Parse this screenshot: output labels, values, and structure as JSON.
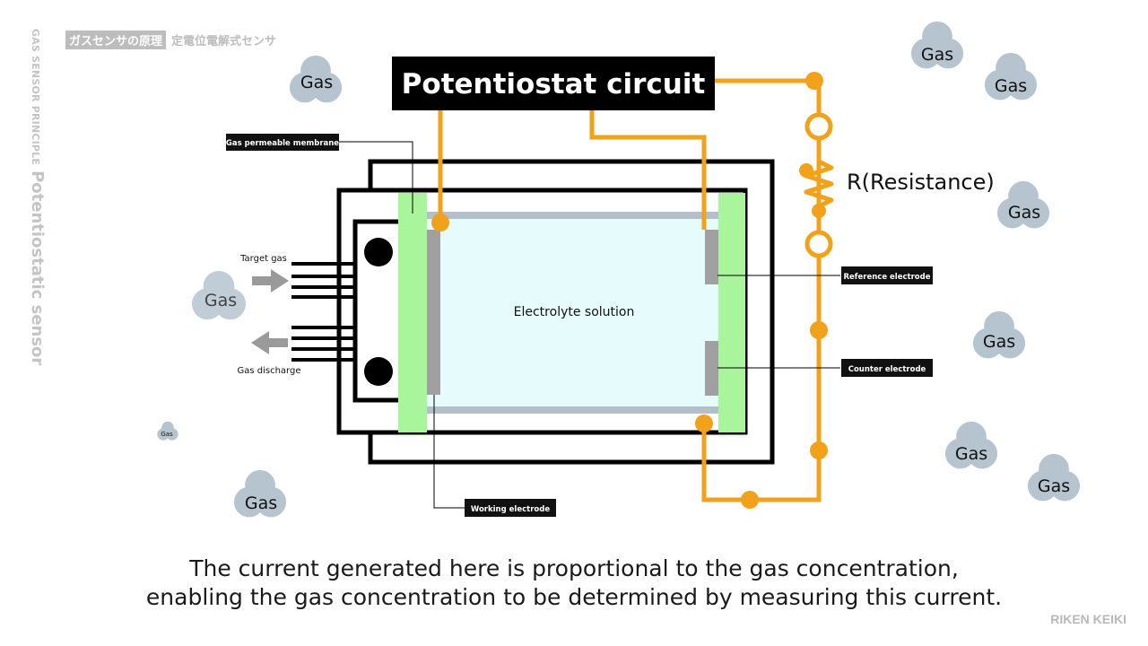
{
  "header": {
    "side_small": "GAS SENSOR PRINCIPLE",
    "side_big": "Potentiostatic sensor",
    "jp_tag": "ガスセンサの原理",
    "jp_sub": "定電位電解式センサ"
  },
  "diagram": {
    "circuit_label": "Potentiostat circuit",
    "resistance_label": "R(Resistance)",
    "electrolyte_label": "Electrolyte solution",
    "membrane_label": "Gas permeable membrane",
    "reference_label": "Reference electrode",
    "counter_label": "Counter electrode",
    "working_label": "Working electrode",
    "target_gas_label": "Target gas",
    "discharge_label": "Gas discharge",
    "gas_word": "Gas",
    "colors": {
      "wire": "#f2a11a",
      "membrane": "#a9f59c",
      "electrolyte": "#e6fbfc",
      "electrode": "#a0a0a0",
      "gas_cloud": "#b6c4cf",
      "label_bg": "#111111"
    }
  },
  "caption": {
    "line1": "The current generated here is proportional to the gas concentration,",
    "line2": "enabling the gas concentration to be determined by measuring this current."
  },
  "brand": "RIKEN KEIKI"
}
